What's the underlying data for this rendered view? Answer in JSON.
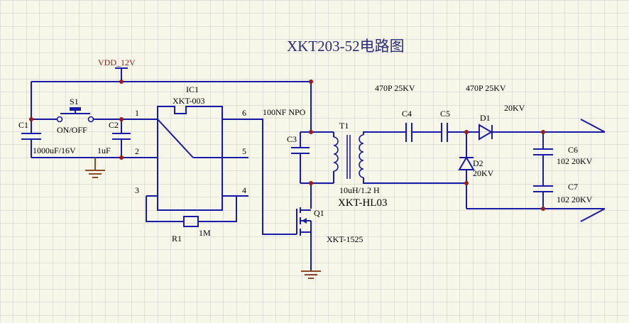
{
  "title": "XKT203-52电路图",
  "colors": {
    "background": "#f6f6e9",
    "grid": "#c9c9c9",
    "wire": "#1a1aa8",
    "junction": "#a01818",
    "ground": "#8a4a2a",
    "vdd_label": "#8b1c1c"
  },
  "power": {
    "label": "VDD_12V"
  },
  "switch": {
    "ref": "S1",
    "value": "ON/OFF"
  },
  "c1": {
    "ref": "C1",
    "value": "1000uF/16V"
  },
  "c2": {
    "ref": "C2",
    "value": "1uF"
  },
  "ic": {
    "ref": "IC1",
    "part": "XKT-003",
    "pins": [
      "1",
      "2",
      "3",
      "4",
      "5",
      "6"
    ]
  },
  "r1": {
    "ref": "R1",
    "value": "1M"
  },
  "c3": {
    "ref": "C3",
    "value": "100NF NPO"
  },
  "t1": {
    "ref": "T1",
    "value": "10uH/1.2 H",
    "part": "XKT-HL03"
  },
  "q1": {
    "ref": "Q1",
    "part": "XKT-1525"
  },
  "c4": {
    "ref": "C4",
    "value": "470P 25KV"
  },
  "c5": {
    "ref": "C5",
    "value": "470P 25KV"
  },
  "d1": {
    "ref": "D1",
    "value": "20KV"
  },
  "d2": {
    "ref": "D2",
    "value": "20KV"
  },
  "c6": {
    "ref": "C6",
    "value": "102 20KV"
  },
  "c7": {
    "ref": "C7",
    "value": "102 20KV"
  }
}
